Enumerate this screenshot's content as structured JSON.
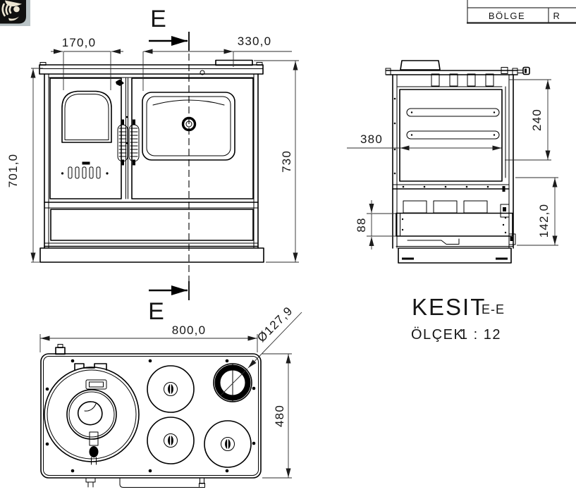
{
  "app": {
    "logo_icon": "bee-logo-icon"
  },
  "title_block": {
    "region_label": "BÖLGE",
    "col2_label": "R"
  },
  "front_view": {
    "section_letter_top": "E",
    "section_letter_bottom": "E",
    "dim_window_width": "170,0",
    "dim_door_width": "330,0",
    "dim_height_body": "701,0",
    "dim_height_total": "730"
  },
  "section_view": {
    "title": "KESIT",
    "section_ref": "E-E",
    "scale_label": "ÖLÇEK",
    "scale_value": "1 : 12",
    "dim_oven_width": "380",
    "dim_oven_height": "240",
    "dim_drawer_height": "88",
    "dim_base_height": "142,0"
  },
  "top_view": {
    "dim_width": "800,0",
    "dim_depth": "480",
    "dim_flue_diameter": "Ø127,9"
  }
}
